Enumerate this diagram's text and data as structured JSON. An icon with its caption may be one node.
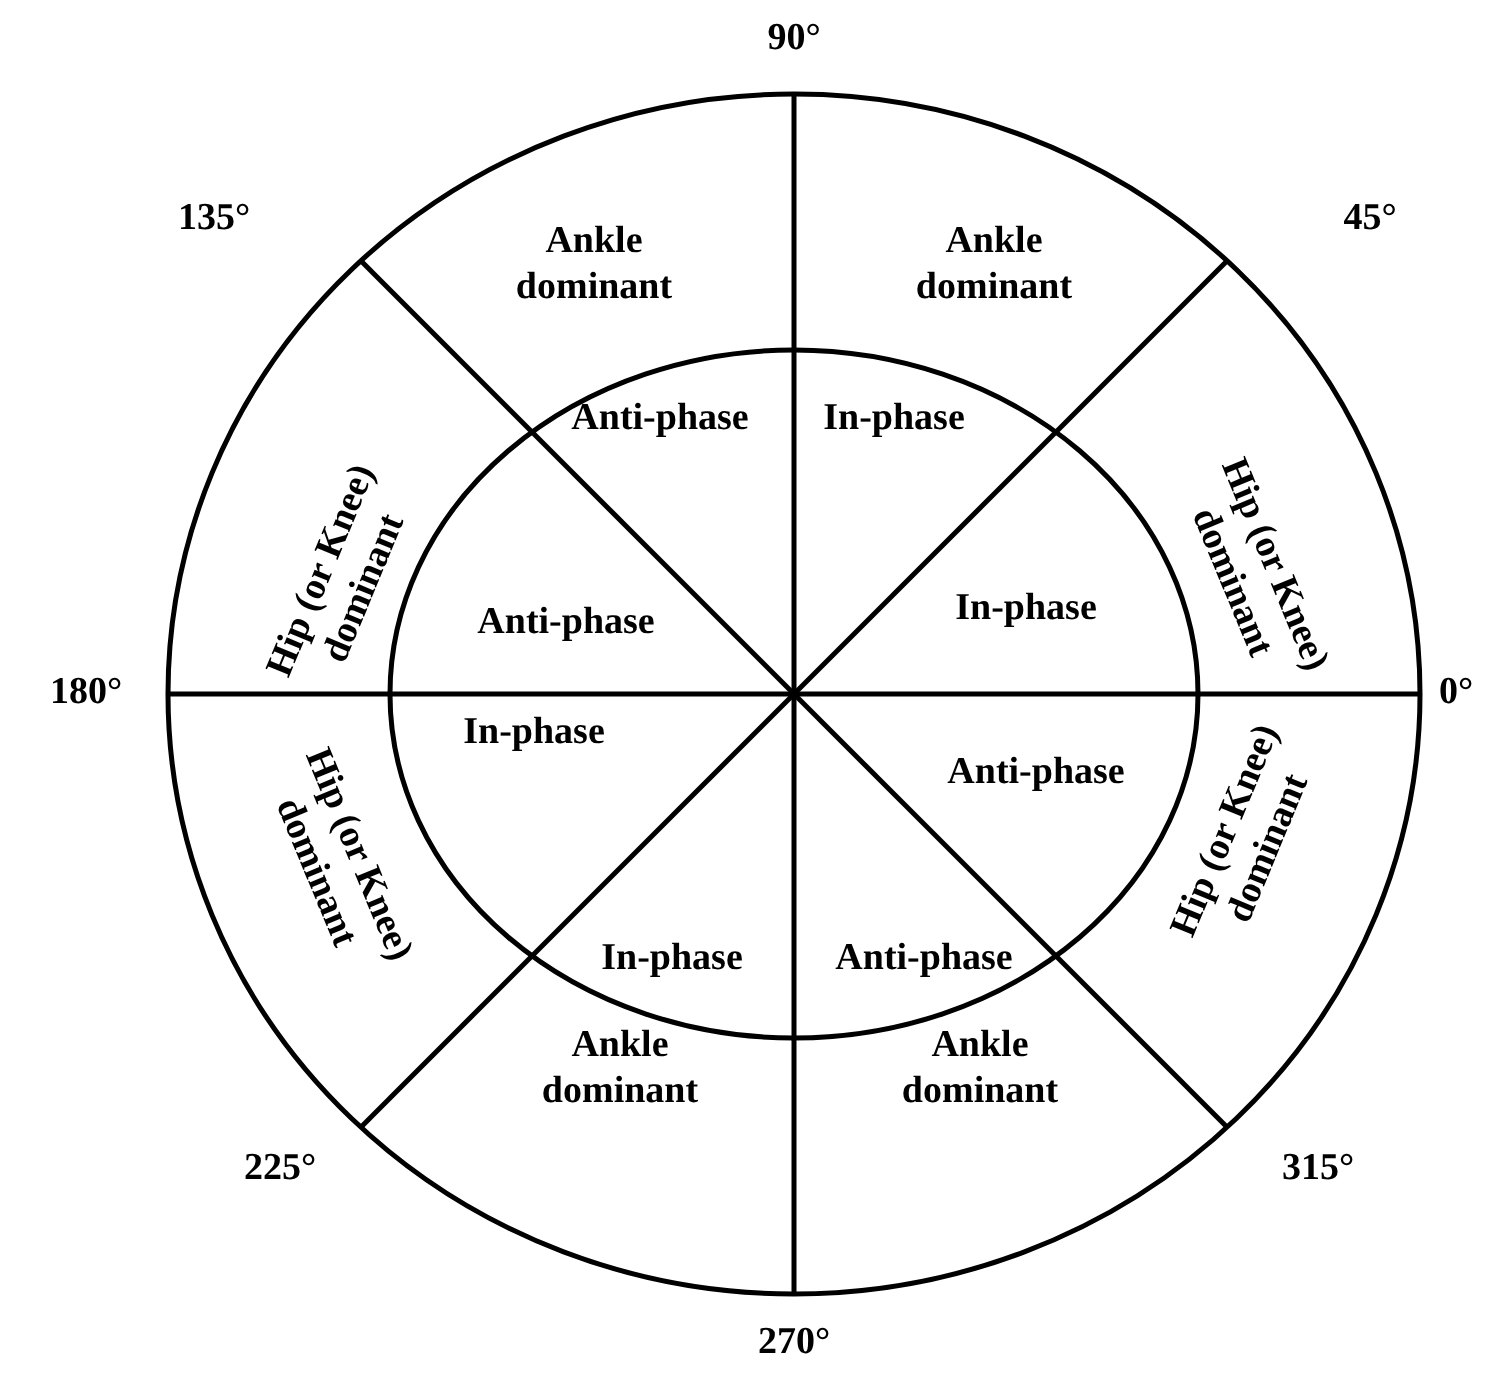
{
  "diagram": {
    "nodes": [
      {
        "text": [
          "Ankle dominant"
        ]
      },
      {
        "text": [
          "Ankle dominant"
        ]
      },
      {
        "text": [
          "Anti-phase"
        ]
      },
      {
        "text": [
          "In-phase"
        ]
      },
      {
        "text": [
          "Hip (or Knee) dominant"
        ]
      },
      {
        "text": [
          "Hip (or Knee) dominant"
        ]
      },
      {
        "text": [
          "Anti-phase"
        ]
      },
      {
        "text": [
          "In-phase"
        ]
      },
      {
        "text": [
          "Hip (or Knee) dominant"
        ]
      },
      {
        "text": [
          "In-phase"
        ]
      },
      {
        "text": [
          "Anti-phase"
        ]
      },
      {
        "text": [
          "Hip (or Knee) dominant"
        ]
      },
      {
        "text": [
          "In-phase"
        ]
      },
      {
        "text": [
          "Anti-phase"
        ]
      },
      {
        "text": [
          "Ankle dominant"
        ]
      },
      {
        "text": [
          "Ankle dominant"
        ]
      }
    ],
    "labels": [
      "90°",
      "135°",
      "45°",
      "180°",
      "0°",
      "225°",
      "315°",
      "270°"
    ]
  }
}
